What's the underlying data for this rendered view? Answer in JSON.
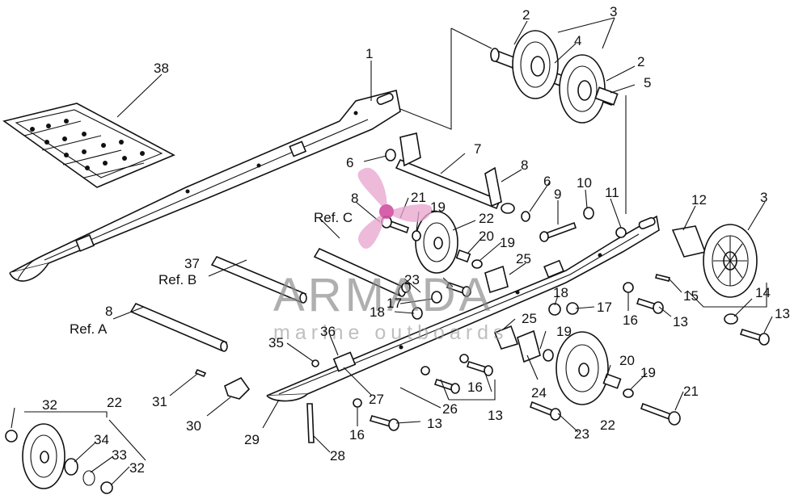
{
  "colors": {
    "ink": "#111111",
    "watermark_gray": "#8a8a8a",
    "watermark_pink": "#e8a6cf",
    "watermark_pink_dark": "#d24fa0",
    "background": "#ffffff"
  },
  "watermark": {
    "brand": "ARMADA",
    "tagline": "marine outboards"
  },
  "callouts": {
    "c1": "1",
    "c2a": "2",
    "c2b": "2",
    "c3a": "3",
    "c3b": "3",
    "c4": "4",
    "c5": "5",
    "c6a": "6",
    "c6b": "6",
    "c7": "7",
    "c8a": "8",
    "c8b": "8",
    "c8c": "8",
    "c9": "9",
    "c10": "10",
    "c11": "11",
    "c12": "12",
    "c13a": "13",
    "c13b": "13",
    "c13c": "13",
    "c13d": "13",
    "c14": "14",
    "c15": "15",
    "c16a": "16",
    "c16b": "16",
    "c16c": "16",
    "c17a": "17",
    "c17b": "17",
    "c18a": "18",
    "c18b": "18",
    "c19a": "19",
    "c19b": "19",
    "c19c": "19",
    "c19d": "19",
    "c20a": "20",
    "c20b": "20",
    "c21a": "21",
    "c21b": "21",
    "c22a": "22",
    "c22b": "22",
    "c22c": "22",
    "c23a": "23",
    "c23b": "23",
    "c24": "24",
    "c25a": "25",
    "c25b": "25",
    "c26": "26",
    "c27": "27",
    "c28": "28",
    "c29": "29",
    "c30": "30",
    "c31": "31",
    "c32a": "32",
    "c32b": "32",
    "c33": "33",
    "c34": "34",
    "c35": "35",
    "c36": "36",
    "c37": "37",
    "c38": "38"
  },
  "references": {
    "ref_a": "Ref. A",
    "ref_b": "Ref. B",
    "ref_c": "Ref. C"
  }
}
